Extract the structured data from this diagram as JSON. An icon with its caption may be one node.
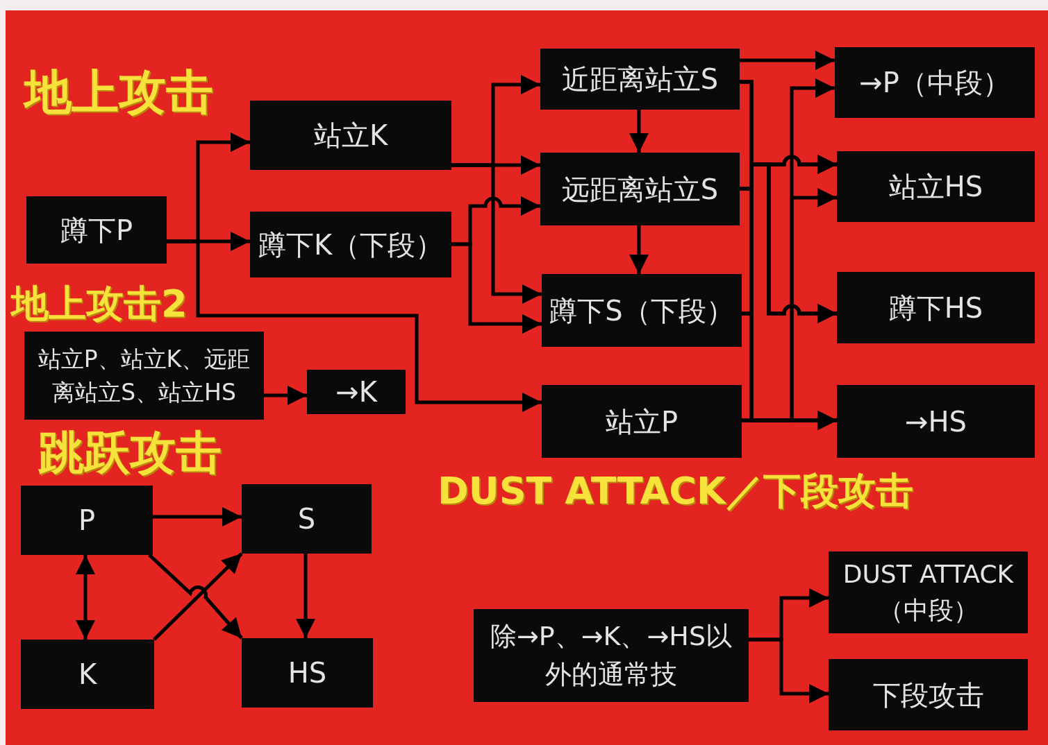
{
  "diagram": {
    "nodes": [
      {
        "text": [
          "站立K"
        ]
      },
      {
        "text": [
          "蹲下P"
        ]
      },
      {
        "text": [
          "蹲下K（下段）"
        ]
      },
      {
        "text": [
          "近距离站立S"
        ]
      },
      {
        "text": [
          "远距离站立S"
        ]
      },
      {
        "text": [
          "蹲下S（下段）"
        ]
      },
      {
        "text": [
          "站立P"
        ]
      },
      {
        "text": [
          "→P（中段）"
        ]
      },
      {
        "text": [
          "站立HS"
        ]
      },
      {
        "text": [
          "蹲下HS"
        ]
      },
      {
        "text": [
          "→HS"
        ]
      },
      {
        "text": [
          "站立P、站立K、远距离站立S、站立HS"
        ]
      },
      {
        "text": [
          "→K"
        ]
      },
      {
        "text": [
          "P"
        ]
      },
      {
        "text": [
          "S"
        ]
      },
      {
        "text": [
          "K"
        ]
      },
      {
        "text": [
          "HS"
        ]
      },
      {
        "text": [
          "除→P、→K、→HS以外的通常技"
        ]
      },
      {
        "text": [
          "DUST ATTACK（中段）"
        ]
      },
      {
        "text": [
          "下段攻击"
        ]
      }
    ],
    "edges": [
      {
        "from": 1,
        "to": 0,
        "arrow": "to"
      },
      {
        "from": 1,
        "to": 2,
        "arrow": "to"
      },
      {
        "from": 1,
        "to": 6,
        "arrow": "to"
      },
      {
        "from": 0,
        "to": 3,
        "arrow": "to"
      },
      {
        "from": 0,
        "to": 4,
        "arrow": "to"
      },
      {
        "from": 0,
        "to": 5,
        "arrow": "to"
      },
      {
        "from": 2,
        "to": 4,
        "arrow": "to"
      },
      {
        "from": 2,
        "to": 5,
        "arrow": "to"
      },
      {
        "from": 3,
        "to": 4,
        "arrow": "to"
      },
      {
        "from": 4,
        "to": 5,
        "arrow": "to"
      },
      {
        "from": 3,
        "to": 7,
        "arrow": "to"
      },
      {
        "from": 3,
        "to": 8,
        "arrow": "to"
      },
      {
        "from": 3,
        "to": 9,
        "arrow": "to"
      },
      {
        "from": 3,
        "to": 10,
        "arrow": "to"
      },
      {
        "from": 4,
        "to": 8,
        "arrow": "to"
      },
      {
        "from": 4,
        "to": 9,
        "arrow": "to"
      },
      {
        "from": 4,
        "to": 10,
        "arrow": "to"
      },
      {
        "from": 5,
        "to": 8,
        "arrow": "to"
      },
      {
        "from": 5,
        "to": 9,
        "arrow": "to"
      },
      {
        "from": 5,
        "to": 10,
        "arrow": "to"
      },
      {
        "from": 6,
        "to": 7,
        "arrow": "to"
      },
      {
        "from": 6,
        "to": 8,
        "arrow": "to"
      },
      {
        "from": 6,
        "to": 10,
        "arrow": "to"
      },
      {
        "from": 11,
        "to": 12,
        "arrow": "to"
      },
      {
        "from": 13,
        "to": 14,
        "arrow": "to"
      },
      {
        "from": 13,
        "to": 15,
        "arrow": "both"
      },
      {
        "from": 13,
        "to": 16,
        "arrow": "to"
      },
      {
        "from": 15,
        "to": 14,
        "arrow": "to"
      },
      {
        "from": 14,
        "to": 16,
        "arrow": "to"
      },
      {
        "from": 17,
        "to": 18,
        "arrow": "to"
      },
      {
        "from": 17,
        "to": 19,
        "arrow": "to"
      }
    ],
    "labels": [
      "地上攻击",
      "地上攻击2",
      "跳跃攻击",
      "DUST ATTACK／下段攻击"
    ]
  }
}
